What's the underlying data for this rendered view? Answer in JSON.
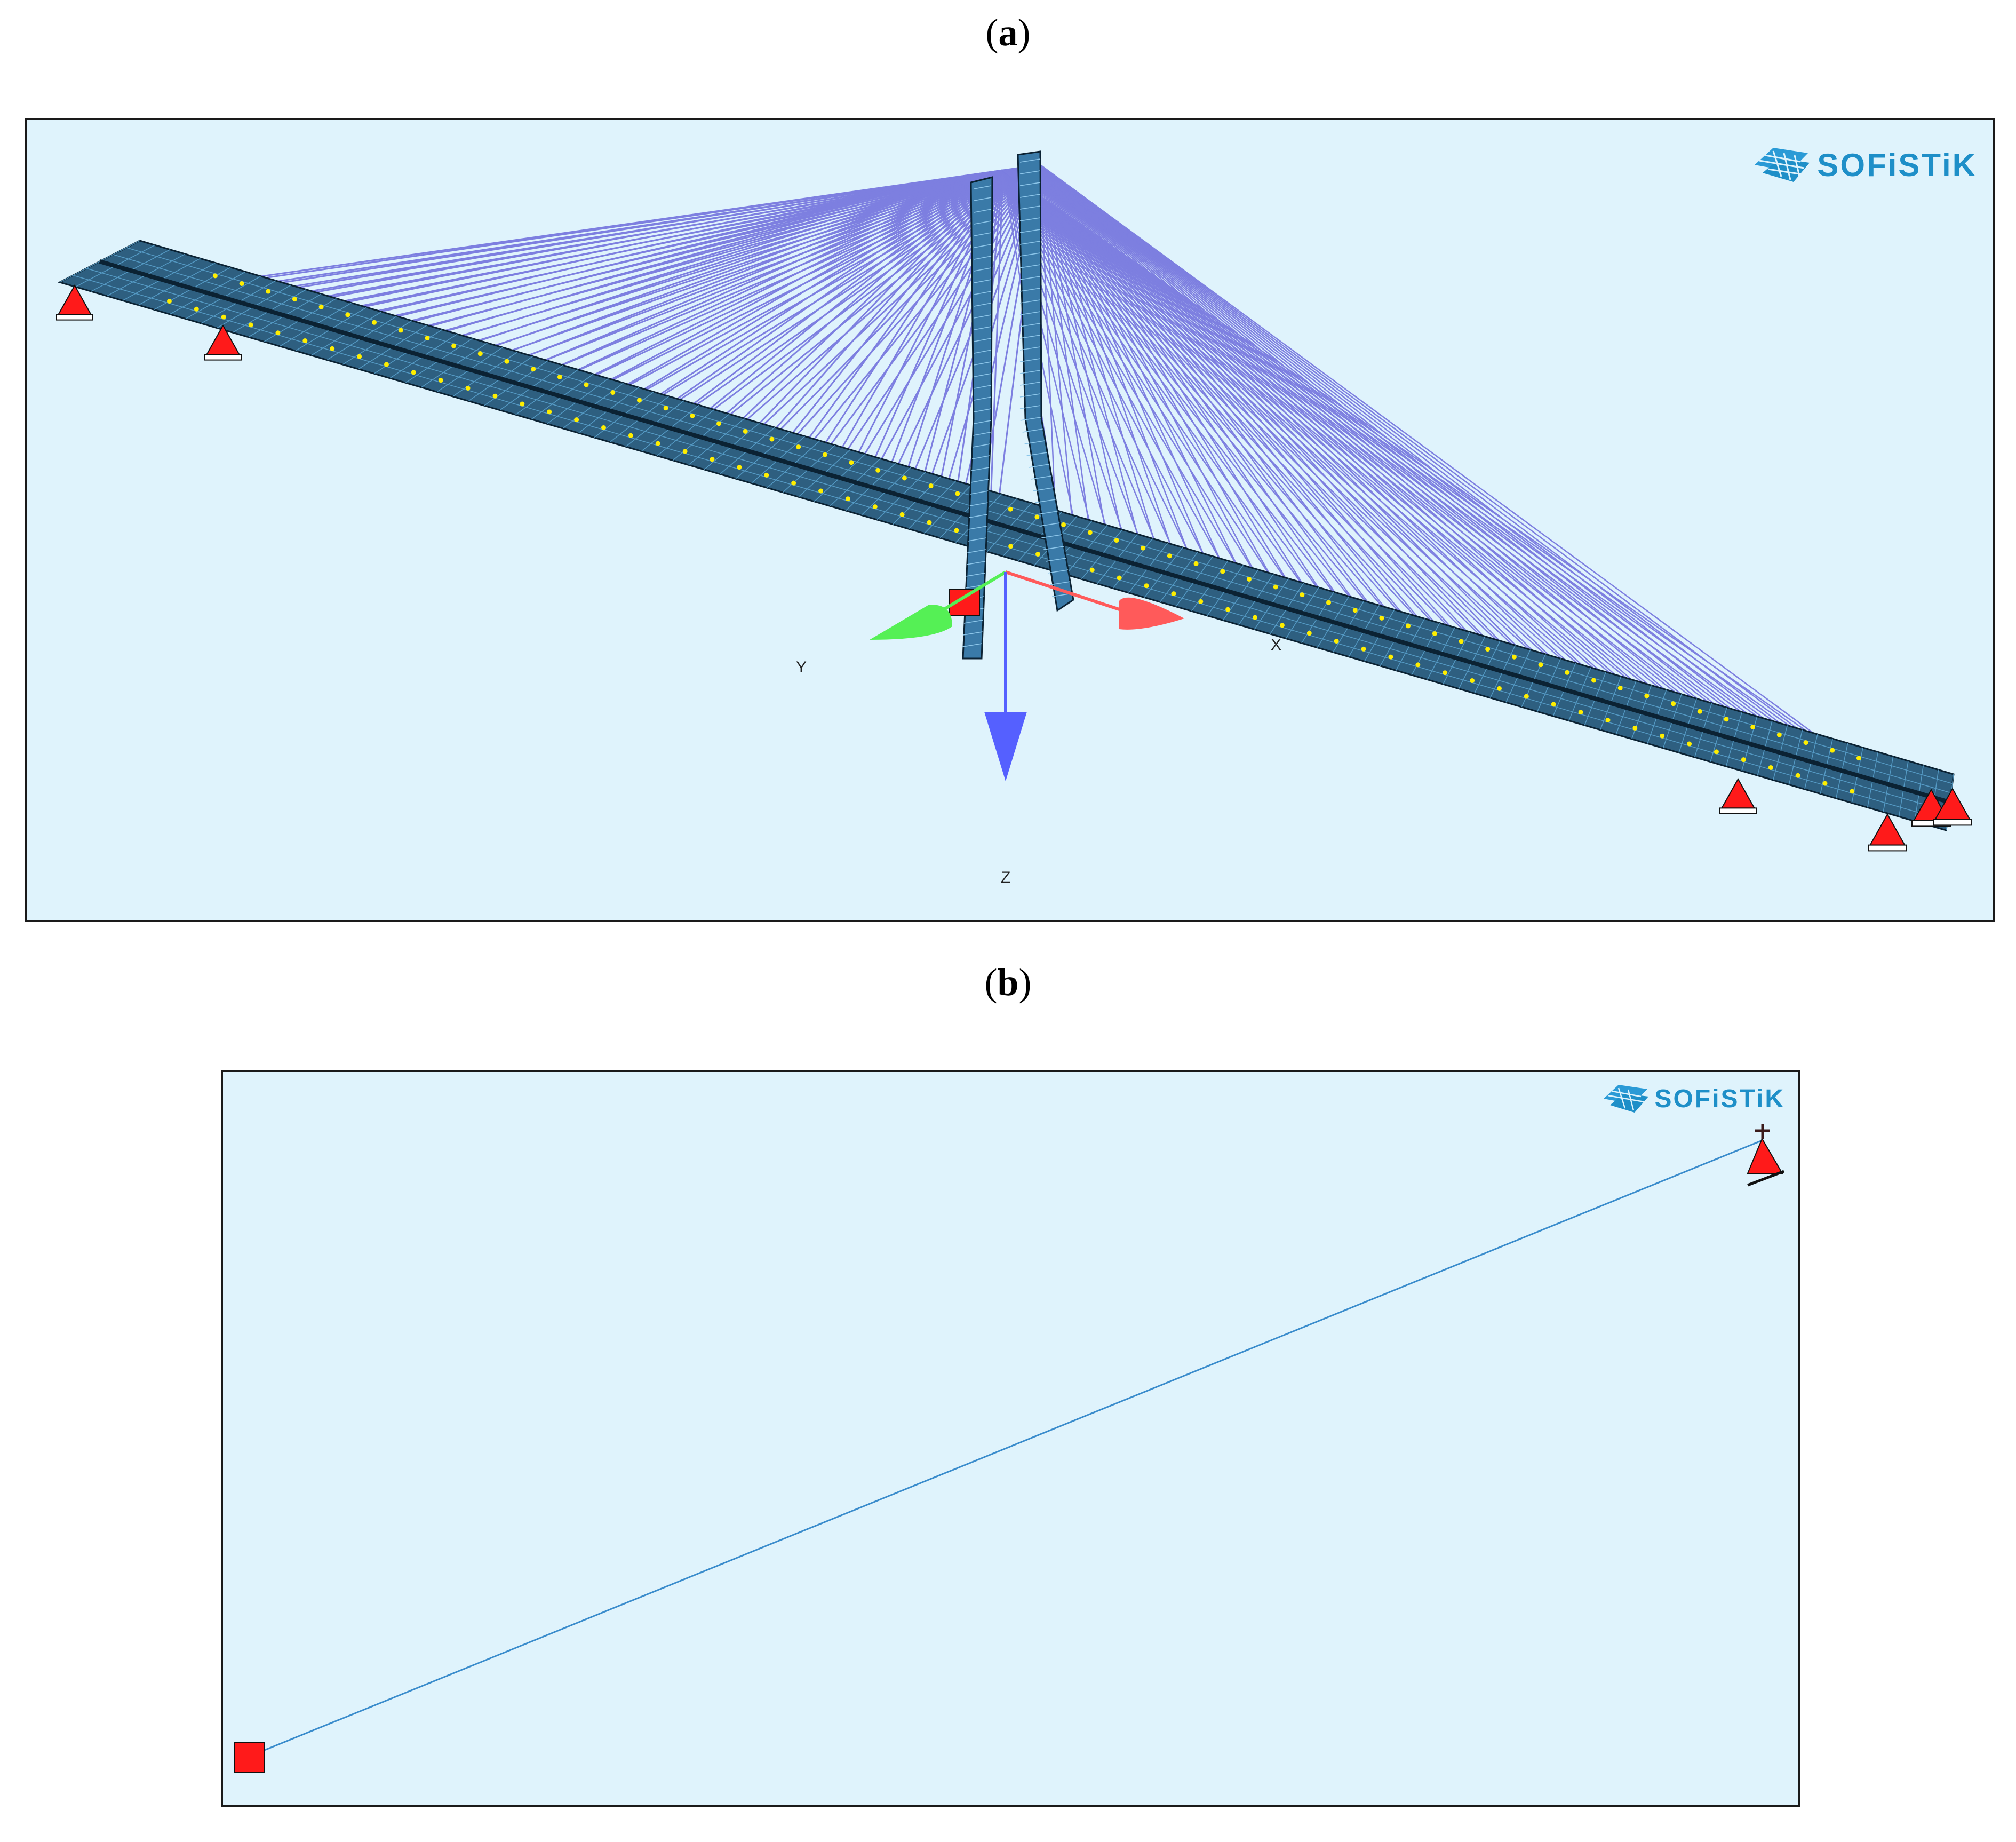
{
  "captions": {
    "a": "a",
    "b": "b"
  },
  "logo": {
    "text": "SOFiSTiK"
  },
  "axes": {
    "x": "X",
    "y": "Y",
    "z": "Z"
  },
  "colors": {
    "background": "#dff3fc",
    "deck": "#2e5f80",
    "cables": "#7d7fe0",
    "supports": "#ff1a1a",
    "nodes": "#ffee00",
    "axis_x": "#ff5a5a",
    "axis_y": "#55f055",
    "axis_z": "#5560ff",
    "cable_b": "#3a8ccc"
  },
  "icons": [
    "sofistik-logo-icon",
    "support-icon",
    "fixed-support-icon"
  ]
}
